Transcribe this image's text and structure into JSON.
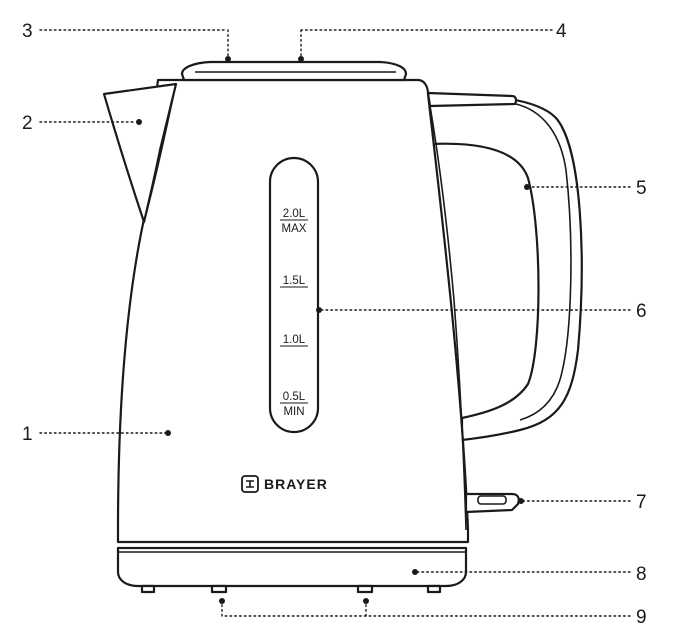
{
  "diagram": {
    "brand": "BRAYER",
    "callouts": [
      "1",
      "2",
      "3",
      "4",
      "5",
      "6",
      "7",
      "8",
      "9"
    ],
    "water_scale": {
      "max_value": "2.0L",
      "max_tag": "MAX",
      "mark_1_5": "1.5L",
      "mark_1_0": "1.0L",
      "min_value": "0.5L",
      "min_tag": "MIN"
    }
  }
}
